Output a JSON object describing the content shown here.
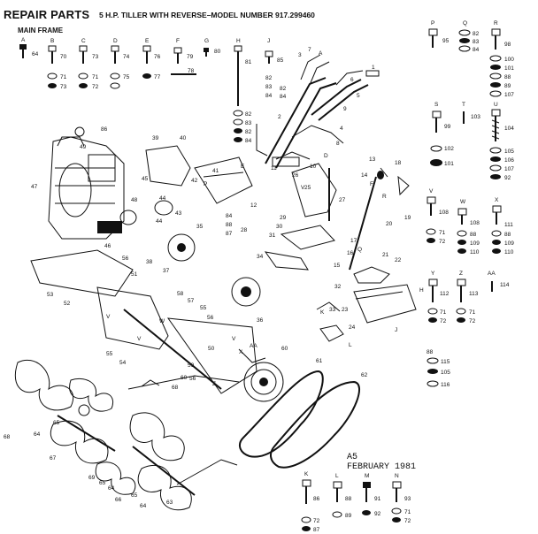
{
  "header": {
    "title": "REPAIR PARTS",
    "subtitle": "5 H.P. TILLER WITH REVERSE–MODEL NUMBER 917.299460",
    "section": "MAIN FRAME"
  },
  "footer": {
    "revision_code": "A5",
    "date": "FEBRUARY 1981"
  },
  "hardware_top_row": {
    "letters": [
      "A",
      "B",
      "C",
      "D",
      "E",
      "F",
      "G",
      "H",
      "J"
    ],
    "numbers": [
      "64",
      "70",
      "73",
      "74",
      "76",
      "79",
      "80",
      "81",
      "85",
      "71",
      "72",
      "71",
      "72",
      "75",
      "77",
      "78"
    ]
  },
  "hardware_right_column": {
    "letters": [
      "P",
      "Q",
      "R",
      "S",
      "T",
      "U",
      "V",
      "W",
      "X",
      "Y",
      "Z",
      "AA"
    ],
    "numbers": [
      "95",
      "82",
      "83",
      "84",
      "98",
      "100",
      "88",
      "89",
      "107",
      "102",
      "103",
      "104",
      "105",
      "106",
      "111",
      "108",
      "109",
      "110",
      "112",
      "113",
      "114",
      "115",
      "116"
    ]
  },
  "hardware_bottom_row": {
    "letters": [
      "K",
      "L",
      "M",
      "N"
    ],
    "numbers": [
      "86",
      "87",
      "88",
      "91",
      "92",
      "93",
      "71",
      "72"
    ]
  },
  "callouts": [
    "1",
    "2",
    "3",
    "4",
    "5",
    "6",
    "7",
    "8",
    "9",
    "10",
    "11",
    "12",
    "13",
    "14",
    "15",
    "16",
    "17",
    "18",
    "19",
    "20",
    "21",
    "22",
    "23",
    "24",
    "25",
    "26",
    "27",
    "28",
    "29",
    "30",
    "31",
    "32",
    "33",
    "34",
    "35",
    "36",
    "37",
    "38",
    "39",
    "40",
    "41",
    "42",
    "43",
    "44",
    "45",
    "46",
    "47",
    "48",
    "49",
    "50",
    "51",
    "52",
    "53",
    "54",
    "55",
    "56",
    "57",
    "58",
    "59",
    "60",
    "61",
    "62",
    "63",
    "64",
    "65",
    "66",
    "67",
    "68",
    "69"
  ]
}
